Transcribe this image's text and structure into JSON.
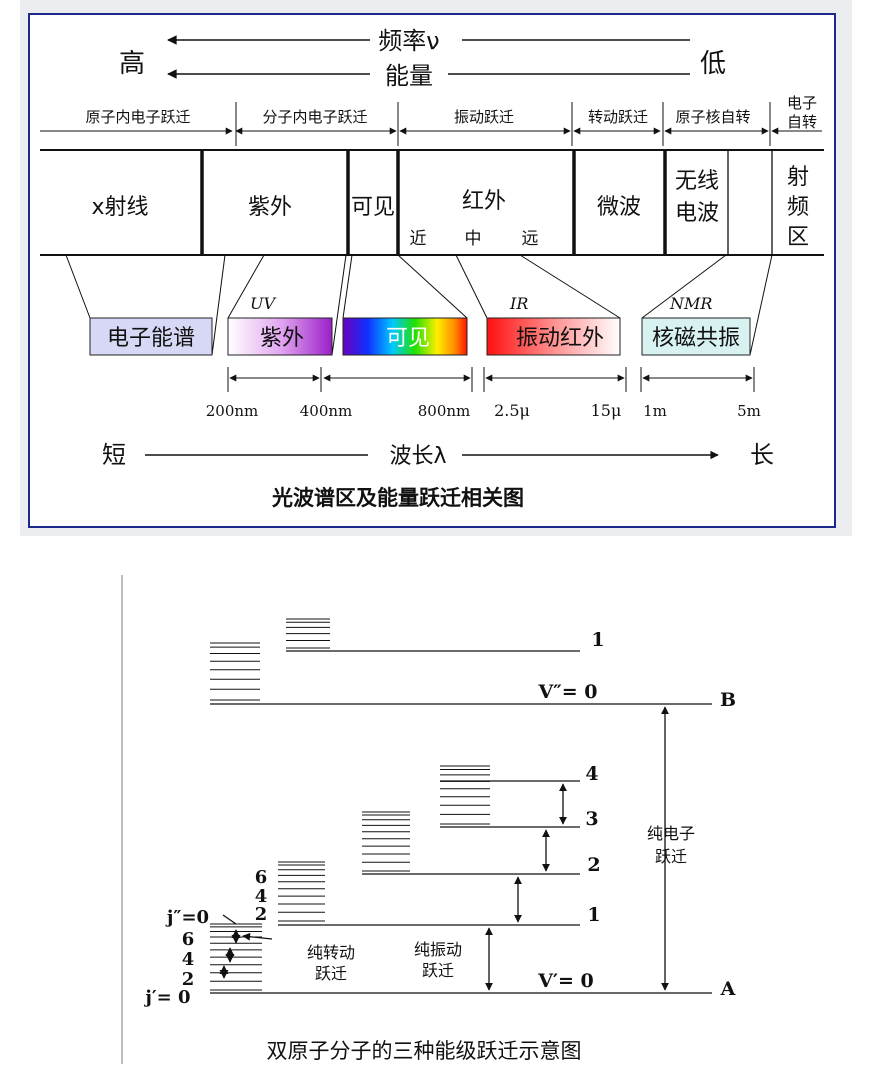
{
  "top_figure": {
    "frequency_label": "频率ν",
    "energy_label": "能量",
    "high_label": "高",
    "low_label": "低",
    "transitions": [
      "原子内电子跃迁",
      "分子内电子跃迁",
      "振动跃迁",
      "转动跃迁",
      "原子核自转",
      "电子自转"
    ],
    "regions": [
      "x射线",
      "紫外",
      "可见",
      "红外",
      "微波",
      "无线电波",
      "射频区"
    ],
    "ir_subregions": [
      "近",
      "中",
      "远"
    ],
    "spectroscopy_boxes": [
      "电子能谱",
      "紫外",
      "可见",
      "振动红外",
      "核磁共振"
    ],
    "box_tags": [
      "UV",
      "IR",
      "NMR"
    ],
    "wavelength_ticks": [
      "200nm",
      "400nm",
      "800nm",
      "2.5μ",
      "15μ",
      "1m",
      "5m"
    ],
    "short_label": "短",
    "wavelength_label": "波长λ",
    "long_label": "长",
    "caption": "光波谱区及能量跃迁相关图",
    "colors": {
      "frame": "#1c2a8c",
      "electron_box": "#d6d8f5",
      "nmr_box": "#d8f2f2",
      "panel_bg": "#ecedf0"
    }
  },
  "bottom_figure": {
    "upper_level_labels": [
      "1",
      "V″= 0"
    ],
    "lower_level_labels": [
      "4",
      "3",
      "2",
      "1",
      "V′= 0"
    ],
    "electronic_state_labels": [
      "B",
      "A"
    ],
    "j_upper_labels": [
      "6",
      "4",
      "2",
      "j″=0"
    ],
    "j_lower_labels": [
      "6",
      "4",
      "2",
      "j′= 0"
    ],
    "pure_electronic_label": [
      "纯电子",
      "跃迁"
    ],
    "pure_vibrational_label": [
      "纯振动",
      "跃迁"
    ],
    "pure_rotational_label": [
      "纯转动",
      "跃迁"
    ],
    "caption": "双原子分子的三种能级跃迁示意图"
  }
}
